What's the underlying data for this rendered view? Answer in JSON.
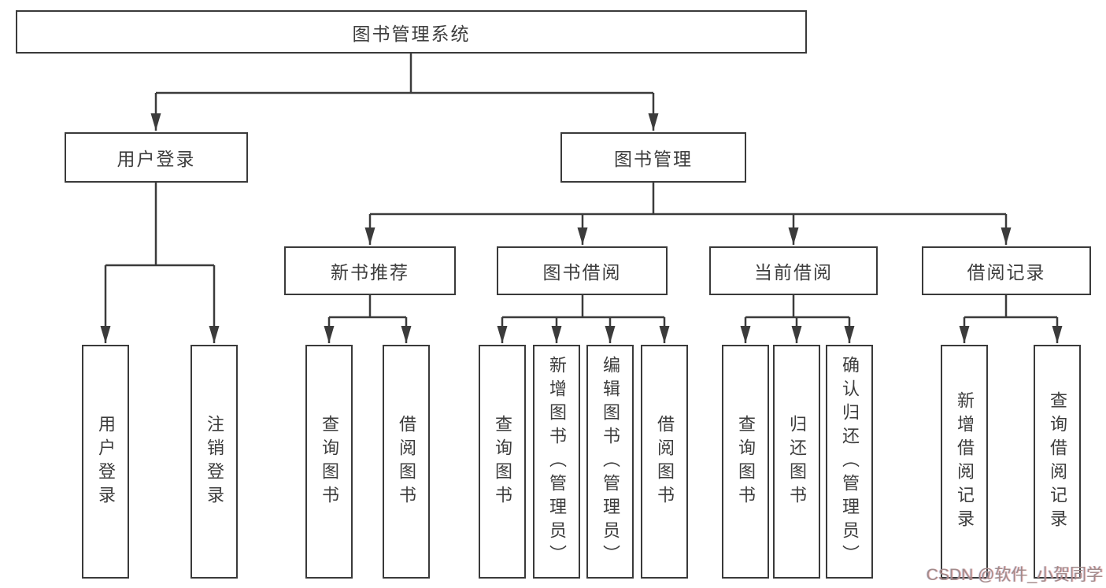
{
  "root": {
    "label": "图书管理系统"
  },
  "branches": [
    {
      "label": "用户登录"
    },
    {
      "label": "图书管理"
    }
  ],
  "sections": [
    {
      "label": "新书推荐"
    },
    {
      "label": "图书借阅"
    },
    {
      "label": "当前借阅"
    },
    {
      "label": "借阅记录"
    }
  ],
  "leaves": [
    {
      "label": "用户登录"
    },
    {
      "label": "注销登录"
    },
    {
      "label": "查询图书"
    },
    {
      "label": "借阅图书"
    },
    {
      "label": "查询图书"
    },
    {
      "label": "新增图书（管理员）"
    },
    {
      "label": "编辑图书（管理员）"
    },
    {
      "label": "借阅图书"
    },
    {
      "label": "查询图书"
    },
    {
      "label": "归还图书"
    },
    {
      "label": "确认归还（管理员）"
    },
    {
      "label": "新增借阅记录"
    },
    {
      "label": "查询借阅记录"
    }
  ],
  "watermark": {
    "text": "CSDN @软件_小贺同学"
  },
  "colors": {
    "line": "#3b3b3b",
    "box_border": "#3a3a3a",
    "text": "#3d3d3d",
    "watermark": "#a18b8b",
    "background": "#ffffff"
  }
}
